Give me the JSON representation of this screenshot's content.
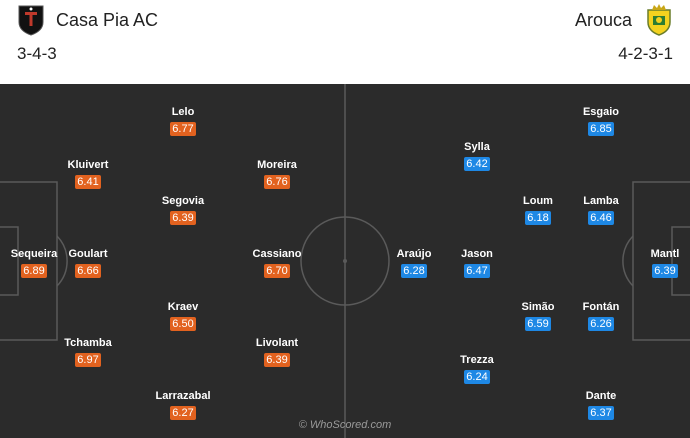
{
  "home": {
    "name": "Casa Pia AC",
    "formation": "3-4-3",
    "crest_icon": "casa-pia-crest-icon",
    "color": "#e2621f",
    "players": [
      {
        "name": "Sequeira",
        "rating": "6.89"
      },
      {
        "name": "Kluivert",
        "rating": "6.41"
      },
      {
        "name": "Goulart",
        "rating": "6.66"
      },
      {
        "name": "Tchamba",
        "rating": "6.97"
      },
      {
        "name": "Lelo",
        "rating": "6.77"
      },
      {
        "name": "Segovia",
        "rating": "6.39"
      },
      {
        "name": "Kraev",
        "rating": "6.50"
      },
      {
        "name": "Larrazabal",
        "rating": "6.27"
      },
      {
        "name": "Moreira",
        "rating": "6.76"
      },
      {
        "name": "Cassiano",
        "rating": "6.70"
      },
      {
        "name": "Livolant",
        "rating": "6.39"
      }
    ]
  },
  "away": {
    "name": "Arouca",
    "formation": "4-2-3-1",
    "crest_icon": "arouca-crest-icon",
    "color": "#1e88e5",
    "players": [
      {
        "name": "Mantl",
        "rating": "6.39"
      },
      {
        "name": "Esgaio",
        "rating": "6.85"
      },
      {
        "name": "Lamba",
        "rating": "6.46"
      },
      {
        "name": "Fontán",
        "rating": "6.26"
      },
      {
        "name": "Dante",
        "rating": "6.37"
      },
      {
        "name": "Loum",
        "rating": "6.18"
      },
      {
        "name": "Simão",
        "rating": "6.59"
      },
      {
        "name": "Sylla",
        "rating": "6.42"
      },
      {
        "name": "Jason",
        "rating": "6.47"
      },
      {
        "name": "Trezza",
        "rating": "6.24"
      },
      {
        "name": "Araújo",
        "rating": "6.28"
      }
    ]
  },
  "watermark": "© WhoScored.com"
}
